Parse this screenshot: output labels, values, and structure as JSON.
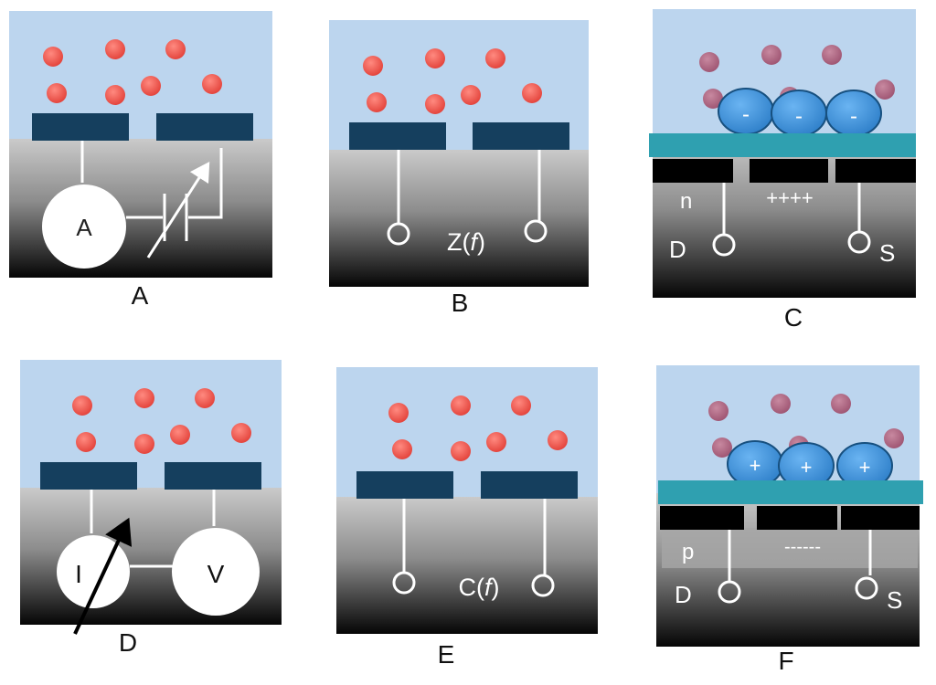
{
  "panels": {
    "A": {
      "caption": "A",
      "meter_label": "A"
    },
    "B": {
      "caption": "B",
      "impedance_prefix": "Z(",
      "impedance_var": "f",
      "impedance_suffix": ")"
    },
    "C": {
      "caption": "C",
      "ion_charge": "-",
      "doping": "n",
      "channel_charge": "++++",
      "drain": "D",
      "source": "S"
    },
    "D": {
      "caption": "D",
      "current_label": "I",
      "voltage_label": "V"
    },
    "E": {
      "caption": "E",
      "capacitance_prefix": "C(",
      "capacitance_var": "f",
      "capacitance_suffix": ")"
    },
    "F": {
      "caption": "F",
      "ion_charge": "+",
      "doping": "p",
      "channel_charge": "------",
      "drain": "D",
      "source": "S"
    }
  },
  "colors": {
    "solution": "#bcd5ee",
    "electrode": "#153f5e",
    "ion": "#f06058",
    "ion_faded": "#b27086",
    "receptor": "#3d8fd6",
    "gate_layer": "#2fa0b0",
    "contact": "#000000"
  }
}
